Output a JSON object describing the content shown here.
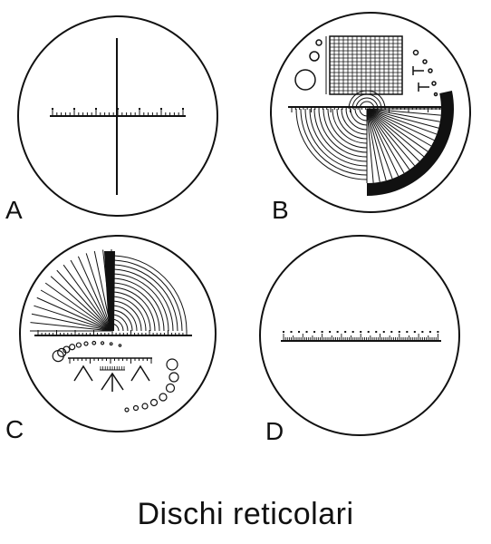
{
  "panels": [
    {
      "letter": "A"
    },
    {
      "letter": "B"
    },
    {
      "letter": "C"
    },
    {
      "letter": "D"
    }
  ],
  "caption": "Dischi reticolari",
  "colors": {
    "ink": "#111111",
    "background": "#ffffff"
  }
}
